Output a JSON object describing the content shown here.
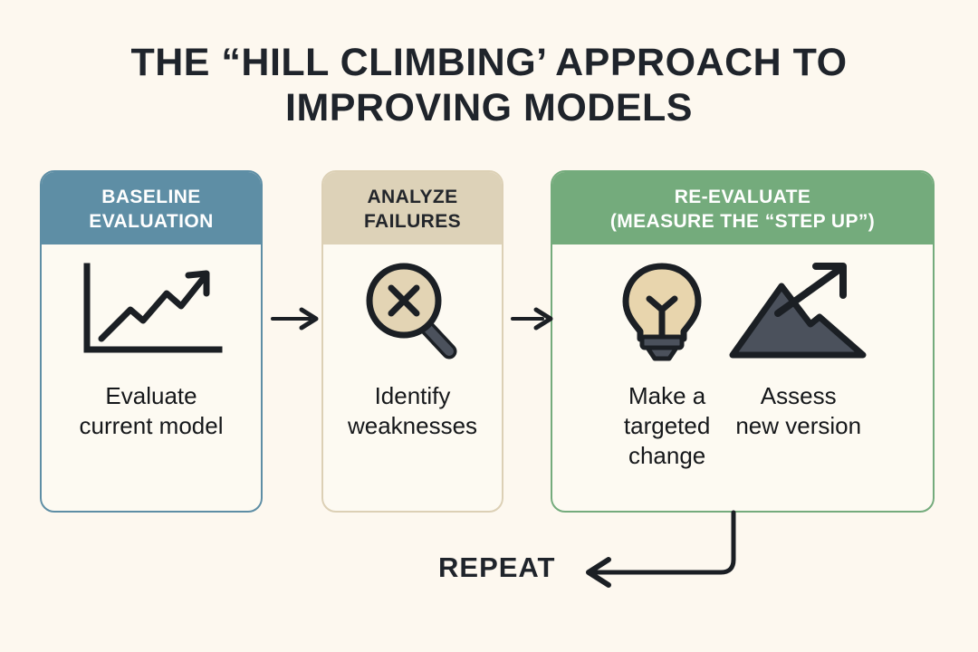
{
  "background_color": "#fdf8ef",
  "title": {
    "line1": "THE “HILL CLIMBING’ APPROACH TO",
    "line2": "IMPROVING MODELS"
  },
  "cards": [
    {
      "id": "baseline",
      "header": "BASELINE\nEVALUATION",
      "header_line1": "BASELINE",
      "header_line2": "EVALUATION",
      "header_color": "#5e8ea5",
      "header_text_color": "#ffffff",
      "border_color": "#5e8ea5",
      "icons": [
        {
          "name": "line-chart-rising-icon",
          "label": "rising line chart"
        }
      ],
      "captions": [
        {
          "line1": "Evaluate",
          "line2": "current model"
        }
      ]
    },
    {
      "id": "analyze",
      "header_line1": "ANALYZE",
      "header_line2": "FAILURES",
      "header_color": "#ddd2b8",
      "header_text_color": "#23262b",
      "border_color": "#dcd0b5",
      "icons": [
        {
          "name": "magnifier-x-icon",
          "label": "magnifying glass with X"
        }
      ],
      "captions": [
        {
          "line1": "Identify",
          "line2": "weaknesses"
        }
      ]
    },
    {
      "id": "reevaluate",
      "header_line1": "RE-EVALUATE",
      "header_line2": "(MEASURE THE “STEP UP”)",
      "header_color": "#74ab7c",
      "header_text_color": "#ffffff",
      "border_color": "#74ab7c",
      "icons": [
        {
          "name": "lightbulb-icon",
          "label": "light bulb"
        },
        {
          "name": "mountain-arrow-icon",
          "label": "mountain with up arrow"
        }
      ],
      "captions": [
        {
          "line1": "Make a",
          "line2": "targeted",
          "line3": "change"
        },
        {
          "line1": "Assess",
          "line2": "new version",
          "line3": ""
        }
      ]
    }
  ],
  "connectors": {
    "arrow1": "arrow-right-baseline-to-analyze",
    "arrow2": "arrow-right-analyze-to-reevaluate",
    "feedback": "feedback-loop-arrow-left"
  },
  "repeat_label": "REPEAT",
  "accent_colors": {
    "blue": "#5e8ea5",
    "tan": "#ddd2b8",
    "green": "#74ab7c",
    "ink": "#1f242b",
    "slate": "#4b515c"
  }
}
